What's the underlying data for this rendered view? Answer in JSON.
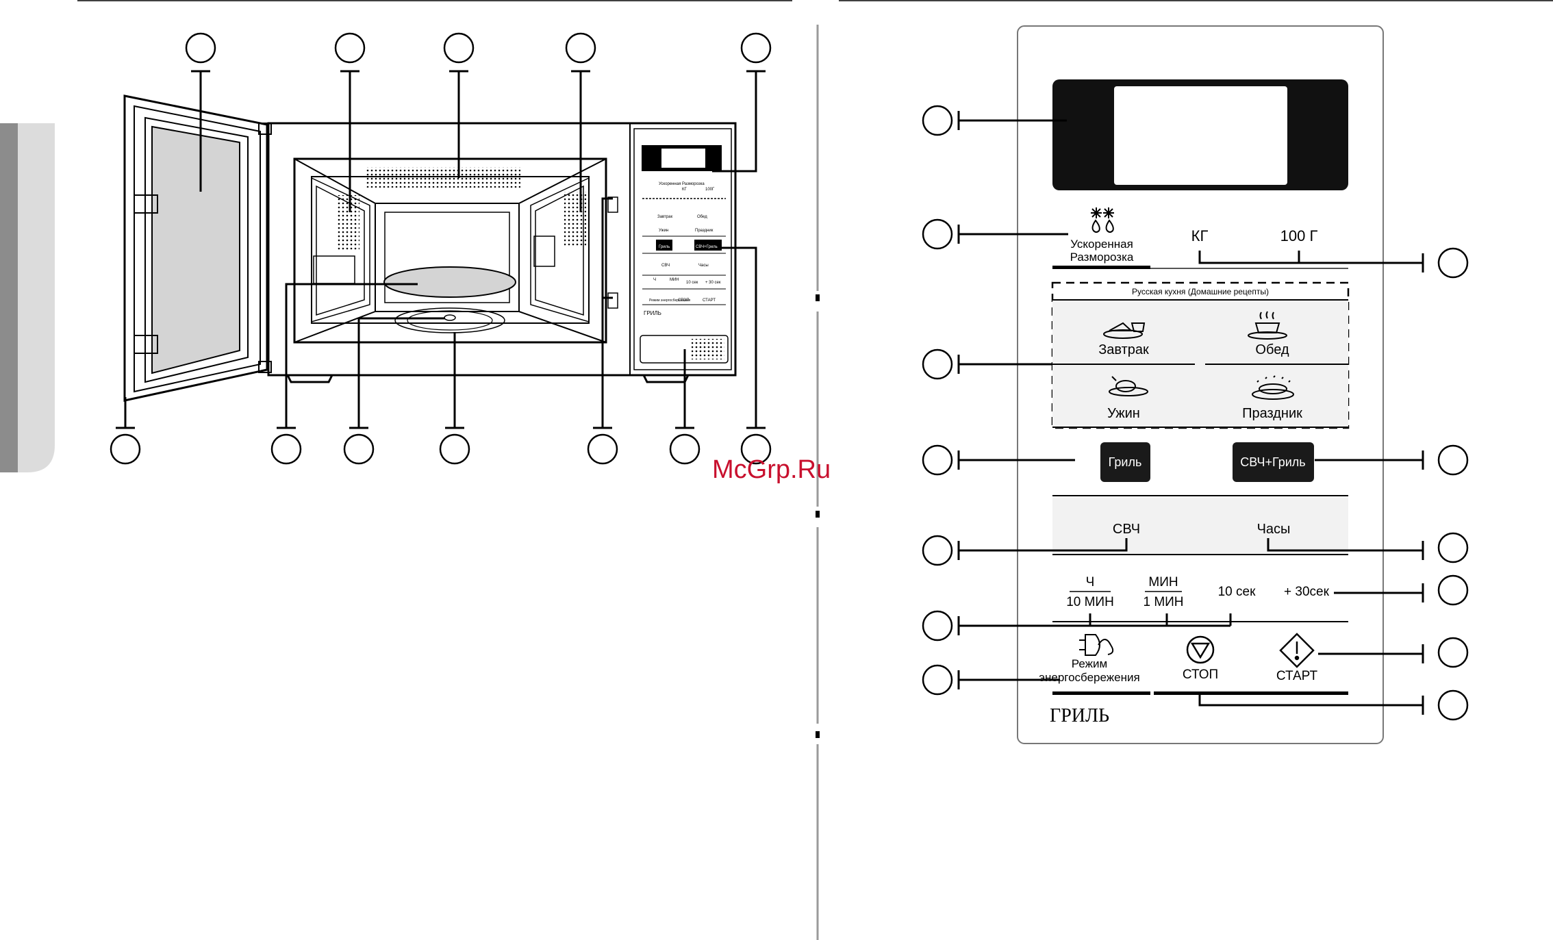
{
  "watermark": "McGrp.Ru",
  "panel": {
    "defrost_label_1": "Ускоренная",
    "defrost_label_2": "Разморозка",
    "kg_label": "КГ",
    "g100_label": "100 Г",
    "russian_cuisine_title": "Русская кухня (Домашние рецепты)",
    "breakfast": "Завтрак",
    "lunch": "Обед",
    "dinner": "Ужин",
    "holiday": "Праздник",
    "grill_button": "Гриль",
    "mw_grill_button": "СВЧ+Гриль",
    "mw_label": "СВЧ",
    "clock_label": "Часы",
    "hour_label": "Ч",
    "ten_min_label": "10 МИН",
    "min_label": "МИН",
    "one_min_label": "1 МИН",
    "ten_sec_label": "10 сек",
    "plus30_label": "+ 30сек",
    "eco_label_1": "Режим",
    "eco_label_2": "энергосбережения",
    "stop_label": "СТОП",
    "start_label": "СТАРТ",
    "brand_label": "ГРИЛЬ"
  },
  "mini_panel": {
    "defrost": "Ускоренная Разморозка",
    "kg": "КГ",
    "g100": "100Г",
    "breakfast": "Завтрак",
    "lunch": "Обед",
    "dinner": "Ужин",
    "holiday": "Праздник",
    "grill": "Гриль",
    "mw_grill": "СВЧ+Гриль",
    "mw": "СВЧ",
    "clock": "Часы",
    "h": "Ч",
    "min": "МИН",
    "ten_sec": "10 сек",
    "plus30": "+ 30 сек",
    "eco": "Режим энергосбережения",
    "stop": "СТОП",
    "start": "СТАРТ",
    "brand": "ГРИЛЬ"
  }
}
